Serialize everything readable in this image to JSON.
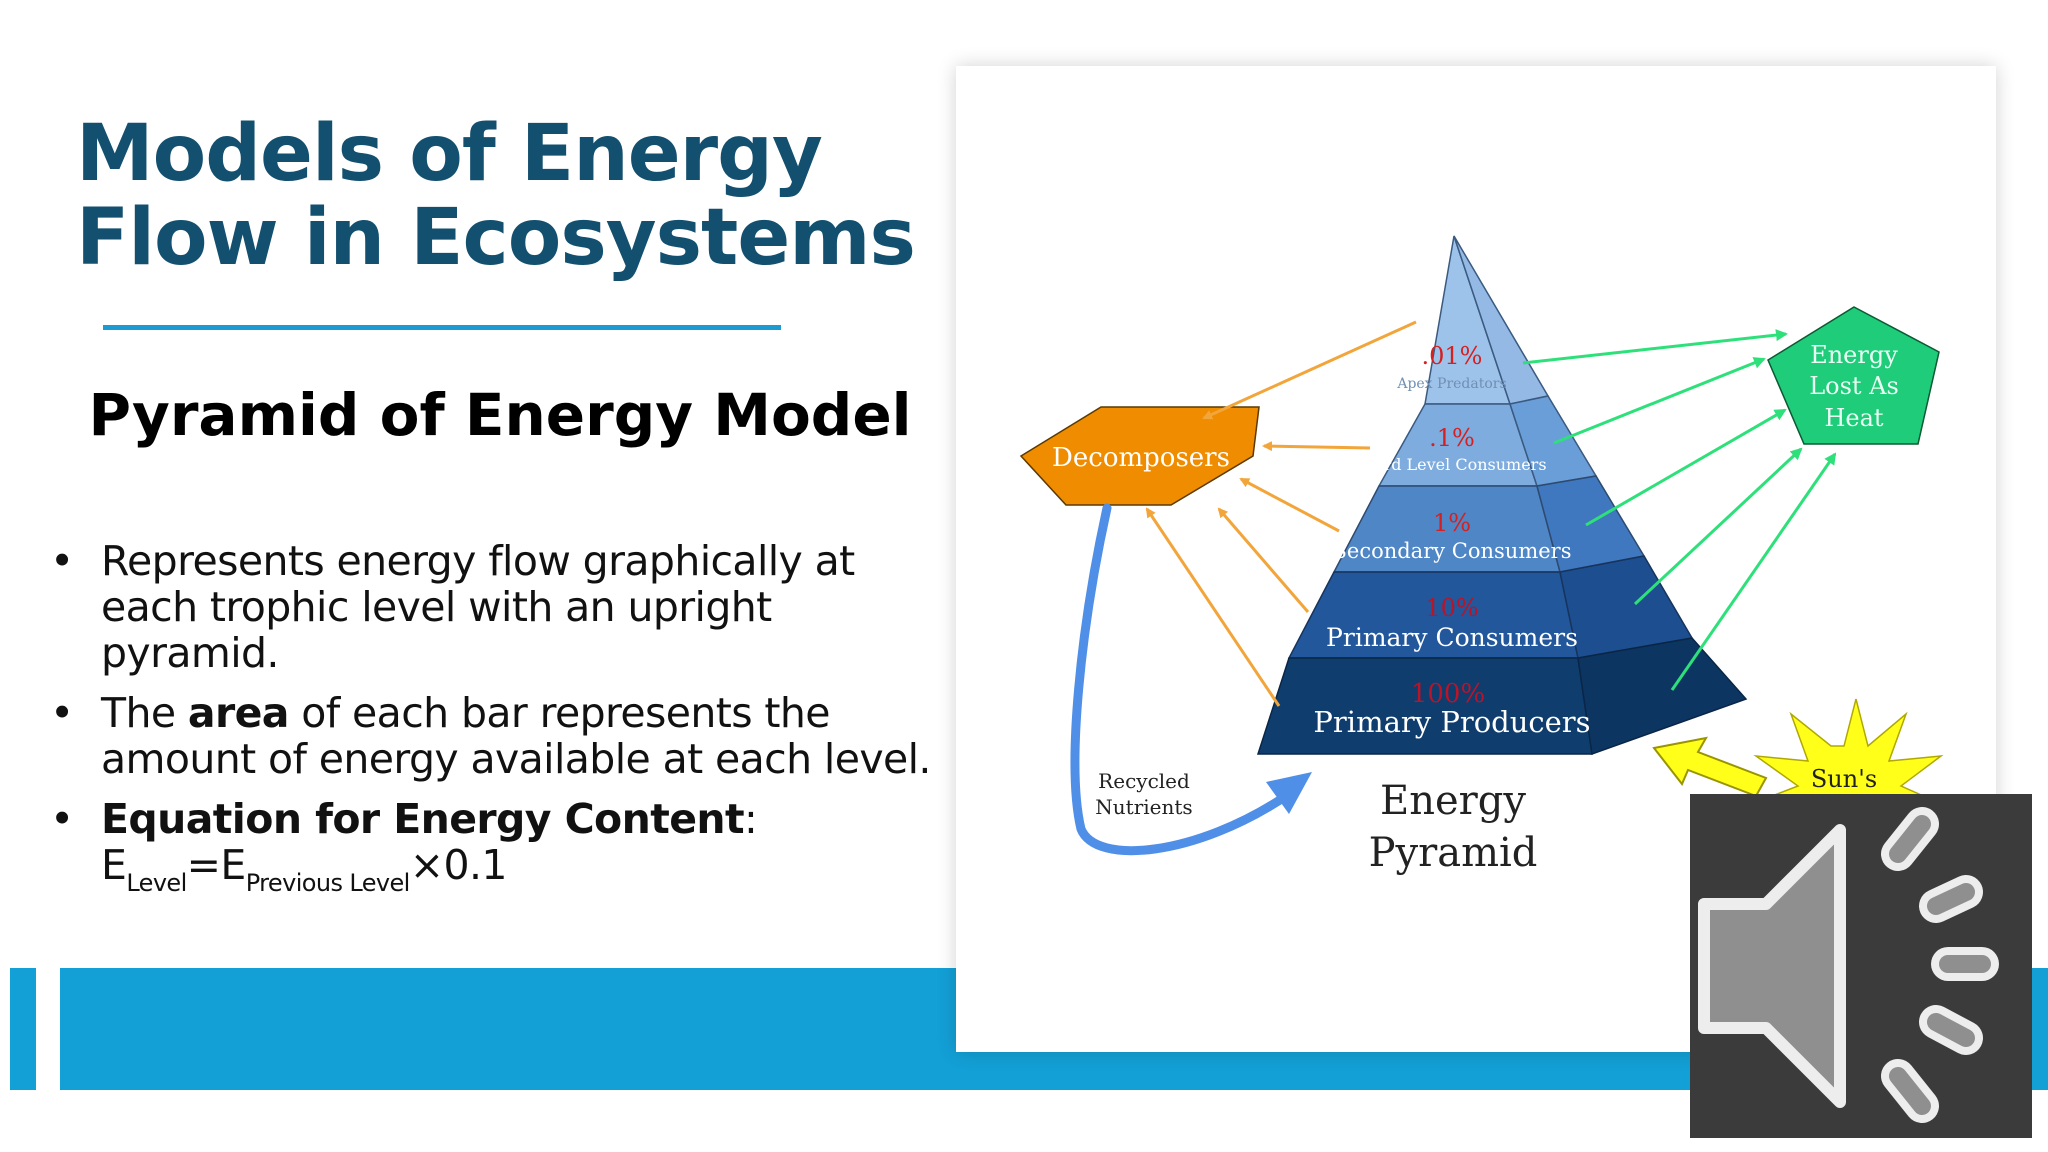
{
  "slide": {
    "title_line1": "Models of Energy",
    "title_line2": "Flow in Ecosystems",
    "subtitle": "Pyramid of Energy Model",
    "bullets": {
      "b1": "Represents energy flow graphically at each trophic level with an upright pyramid.",
      "b2_pre": "The ",
      "b2_bold": "area",
      "b2_post": " of each bar represents the amount of energy available at each level.",
      "b3_bold": "Equation for Energy Content",
      "b3_colon": ":",
      "eq_e1": "E",
      "eq_sub1": "Level",
      "eq_eq": "=E",
      "eq_sub2": "Previous Level",
      "eq_tail": "×0.1"
    }
  },
  "diagram": {
    "levels": [
      {
        "percent": ".01%",
        "name": "Apex Predators"
      },
      {
        "percent": ".1%",
        "name": "Third Level Consumers"
      },
      {
        "percent": "1%",
        "name": "Secondary Consumers"
      },
      {
        "percent": "10%",
        "name": "Primary Consumers"
      },
      {
        "percent": "100%",
        "name": "Primary Producers"
      }
    ],
    "decomposers": "Decomposers",
    "heat_line1": "Energy",
    "heat_line2": "Lost As",
    "heat_line3": "Heat",
    "recycled_line1": "Recycled",
    "recycled_line2": "Nutrients",
    "caption_line1": "Energy",
    "caption_line2": "Pyramid",
    "sun": "Sun's",
    "colors": {
      "decomposers": "#f08c00",
      "heat": "#1fcc79",
      "orange_arrow": "#f2a53a",
      "green_arrow": "#2ee07a",
      "blue_arrow": "#4f8fe8",
      "sun": "#ffff1a",
      "percent_red": "#d42020"
    }
  },
  "audio": {
    "icon": "speaker-icon"
  }
}
